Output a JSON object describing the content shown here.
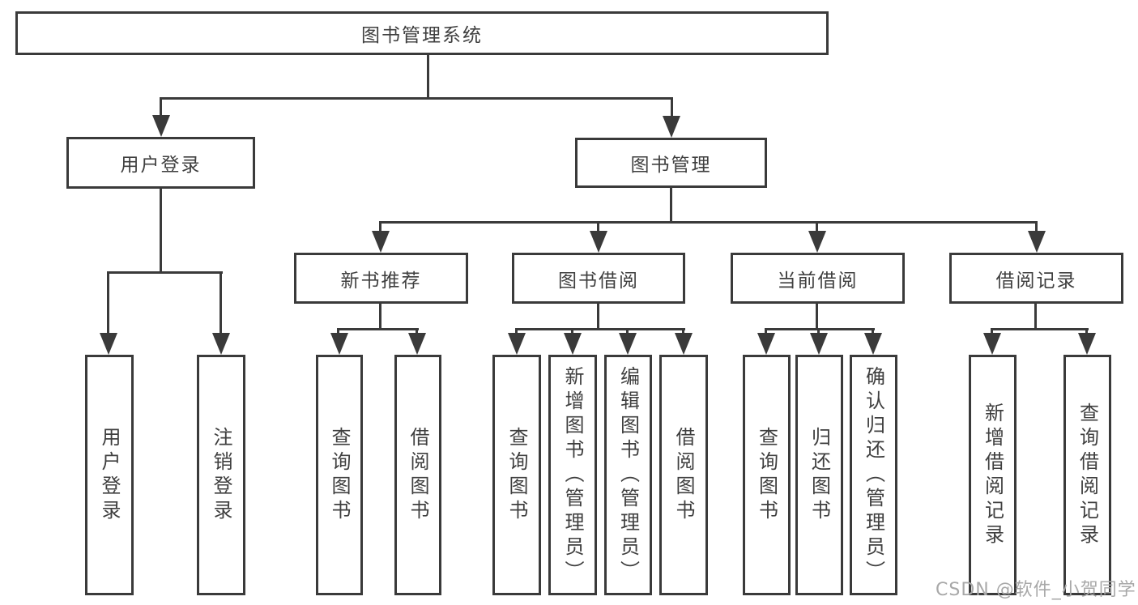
{
  "nodes": {
    "root": "图书管理系统",
    "userLogin": "用户登录",
    "bookMgmt": "图书管理",
    "newBooks": "新书推荐",
    "bookBorrow": "图书借阅",
    "currentBorrow": "当前借阅",
    "borrowRecords": "借阅记录"
  },
  "leaves": {
    "userLoginLeaf": "用户登录",
    "logoutLeaf": "注销登录",
    "nbQuery": "查询图书",
    "nbBorrow": "借阅图书",
    "bbQuery": "查询图书",
    "bbAdd": "新增图书（管理员）",
    "bbEdit": "编辑图书（管理员）",
    "bbBorrow": "借阅图书",
    "cbQuery": "查询图书",
    "cbReturn": "归还图书",
    "cbConfirm": "确认归还（管理员）",
    "brAdd": "新增借阅记录",
    "brQuery": "查询借阅记录"
  },
  "watermark": "CSDN @软件_小贺同学",
  "colors": {
    "line": "#3a3a3a",
    "text": "#3f3f3f",
    "watermark": "#a8a8a8",
    "background": "#ffffff",
    "box_fill": "#ffffff"
  }
}
